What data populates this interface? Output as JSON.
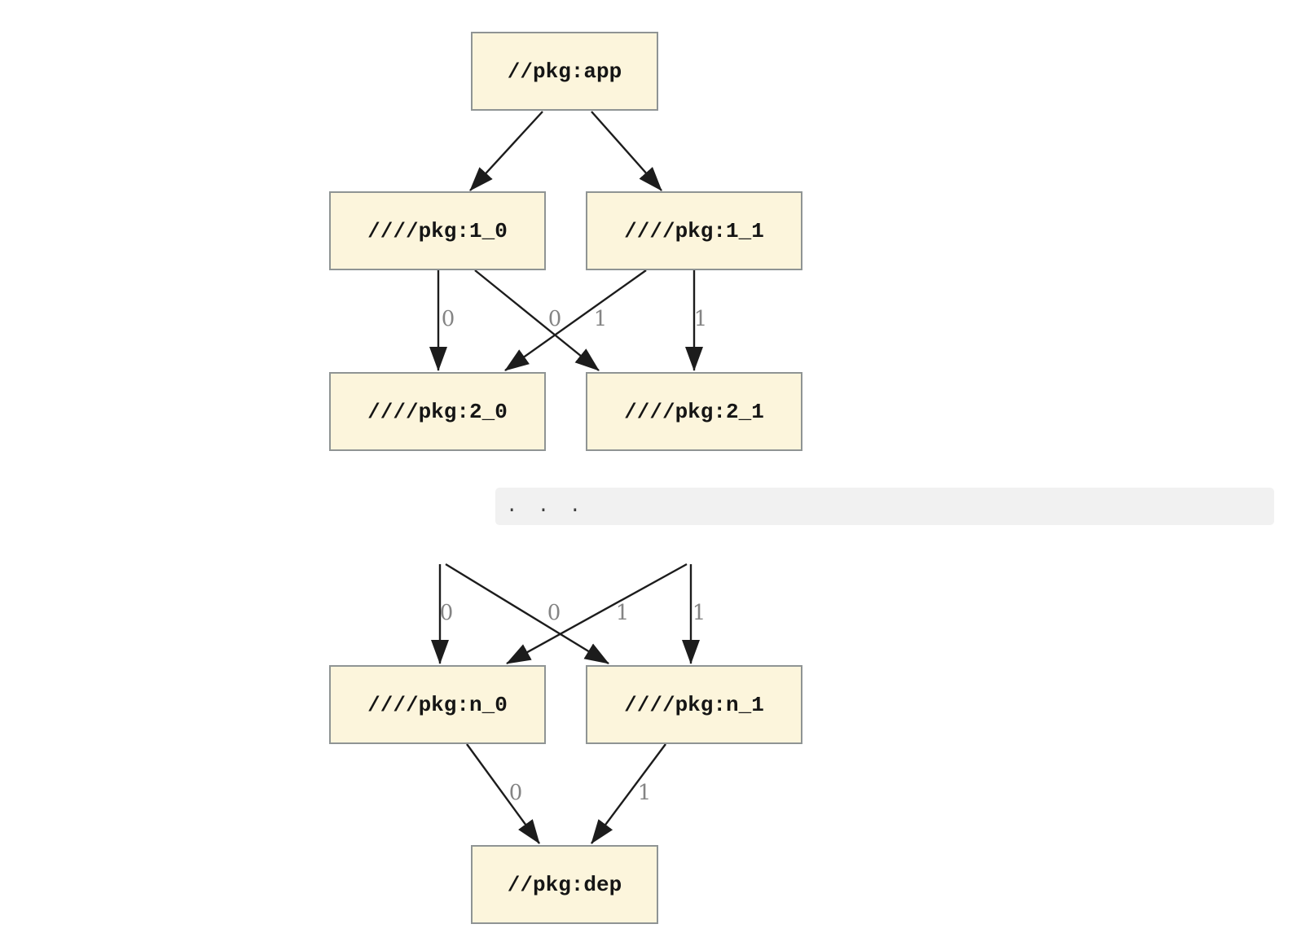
{
  "diagram": {
    "nodes": {
      "app": {
        "label": "//pkg:app"
      },
      "pkg1_0": {
        "label": "////pkg:1_0"
      },
      "pkg1_1": {
        "label": "////pkg:1_1"
      },
      "pkg2_0": {
        "label": "////pkg:2_0"
      },
      "pkg2_1": {
        "label": "////pkg:2_1"
      },
      "pkgn_0": {
        "label": "////pkg:n_0"
      },
      "pkgn_1": {
        "label": "////pkg:n_1"
      },
      "dep": {
        "label": "//pkg:dep"
      }
    },
    "edges": {
      "e1_0_to_2_0": {
        "label": "0"
      },
      "e1_1_to_2_0": {
        "label": "0"
      },
      "e1_0_to_2_1": {
        "label": "1"
      },
      "e1_1_to_2_1": {
        "label": "1"
      },
      "dots_to_n_0_straight": {
        "label": "0"
      },
      "dots_to_n_0_cross": {
        "label": "0"
      },
      "dots_to_n_1_cross": {
        "label": "1"
      },
      "dots_to_n_1_straight": {
        "label": "1"
      },
      "n_0_to_dep": {
        "label": "0"
      },
      "n_1_to_dep": {
        "label": "1"
      }
    },
    "ellipsis": {
      "text": ". . ."
    },
    "colors": {
      "node_fill": "#fcf5dc",
      "node_border": "#8f9494",
      "edge_color": "#1c1c1c",
      "edge_label_color": "#848484",
      "ellipsis_bg": "#f1f1f1",
      "ellipsis_text": "#3d3d3d",
      "bg": "#ffffff"
    }
  }
}
